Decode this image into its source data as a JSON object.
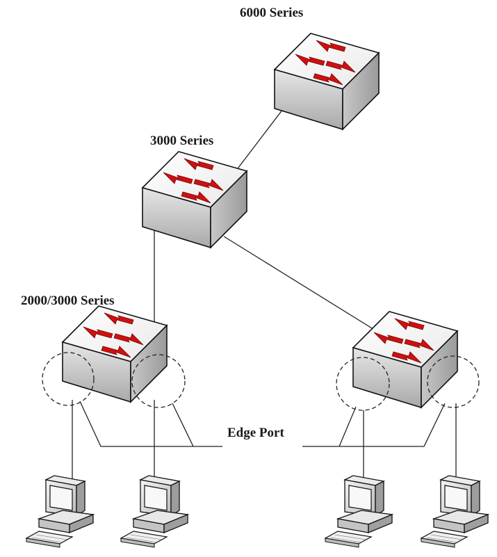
{
  "diagram": {
    "labels": {
      "core": "6000 Series",
      "distribution": "3000 Series",
      "access": "2000/3000 Series",
      "edge_port": "Edge Port"
    },
    "nodes": [
      {
        "id": "core-switch",
        "icon": "network-switch-icon"
      },
      {
        "id": "distribution-switch",
        "icon": "network-switch-icon"
      },
      {
        "id": "access-switch-left",
        "icon": "network-switch-icon"
      },
      {
        "id": "access-switch-right",
        "icon": "network-switch-icon"
      },
      {
        "id": "pc-1",
        "icon": "desktop-computer-icon"
      },
      {
        "id": "pc-2",
        "icon": "desktop-computer-icon"
      },
      {
        "id": "pc-3",
        "icon": "desktop-computer-icon"
      },
      {
        "id": "pc-4",
        "icon": "desktop-computer-icon"
      }
    ],
    "links": [
      [
        "core-switch",
        "distribution-switch"
      ],
      [
        "distribution-switch",
        "access-switch-left"
      ],
      [
        "distribution-switch",
        "access-switch-right"
      ],
      [
        "access-switch-left",
        "pc-1"
      ],
      [
        "access-switch-left",
        "pc-2"
      ],
      [
        "access-switch-right",
        "pc-3"
      ],
      [
        "access-switch-right",
        "pc-4"
      ]
    ],
    "colors": {
      "arrow": "#cc1111",
      "switch_top": "#f7f7f7",
      "switch_side": "#bdbdbd",
      "line": "#222222"
    }
  }
}
